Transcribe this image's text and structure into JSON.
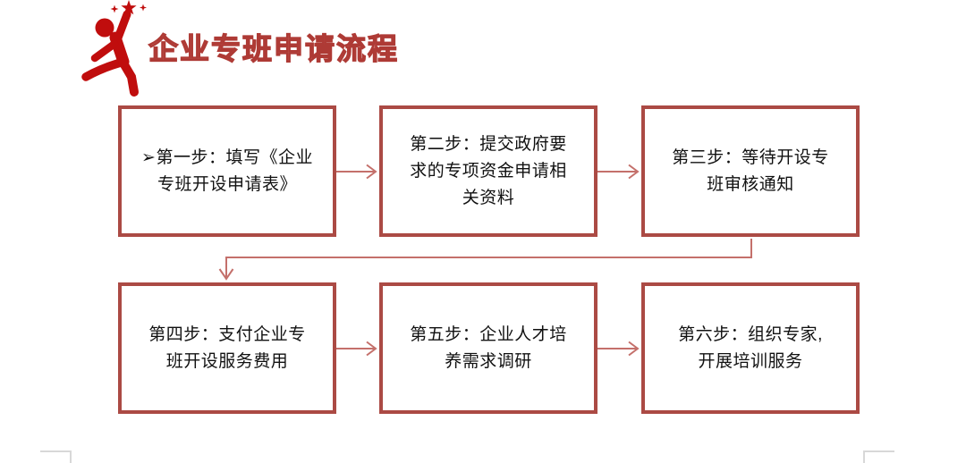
{
  "title": "企业专班申请流程",
  "header_icon": "person-reaching-star-icon",
  "steps": [
    {
      "text": "➢第一步：填写《企业\n专班开设申请表》"
    },
    {
      "text": "第二步：提交政府要\n求的专项资金申请相\n关资料"
    },
    {
      "text": "第三步：等待开设专\n班审核通知"
    },
    {
      "text": "第四步：支付企业专\n班开设服务费用"
    },
    {
      "text": "第五步：企业人才培\n养需求调研"
    },
    {
      "text": "第六步：组织专家,\n开展培训服务"
    }
  ],
  "flow_order": "1 → 2 → 3 → 4 → 5 → 6",
  "colors": {
    "box_border": "#ab4a44",
    "connector_line": "#c4706b",
    "title_fill": "#cd6e69",
    "title_outline": "#ae3a35",
    "icon_red": "#c00d0d",
    "body_text": "#111111",
    "corner_mark": "#d8d8d8"
  }
}
